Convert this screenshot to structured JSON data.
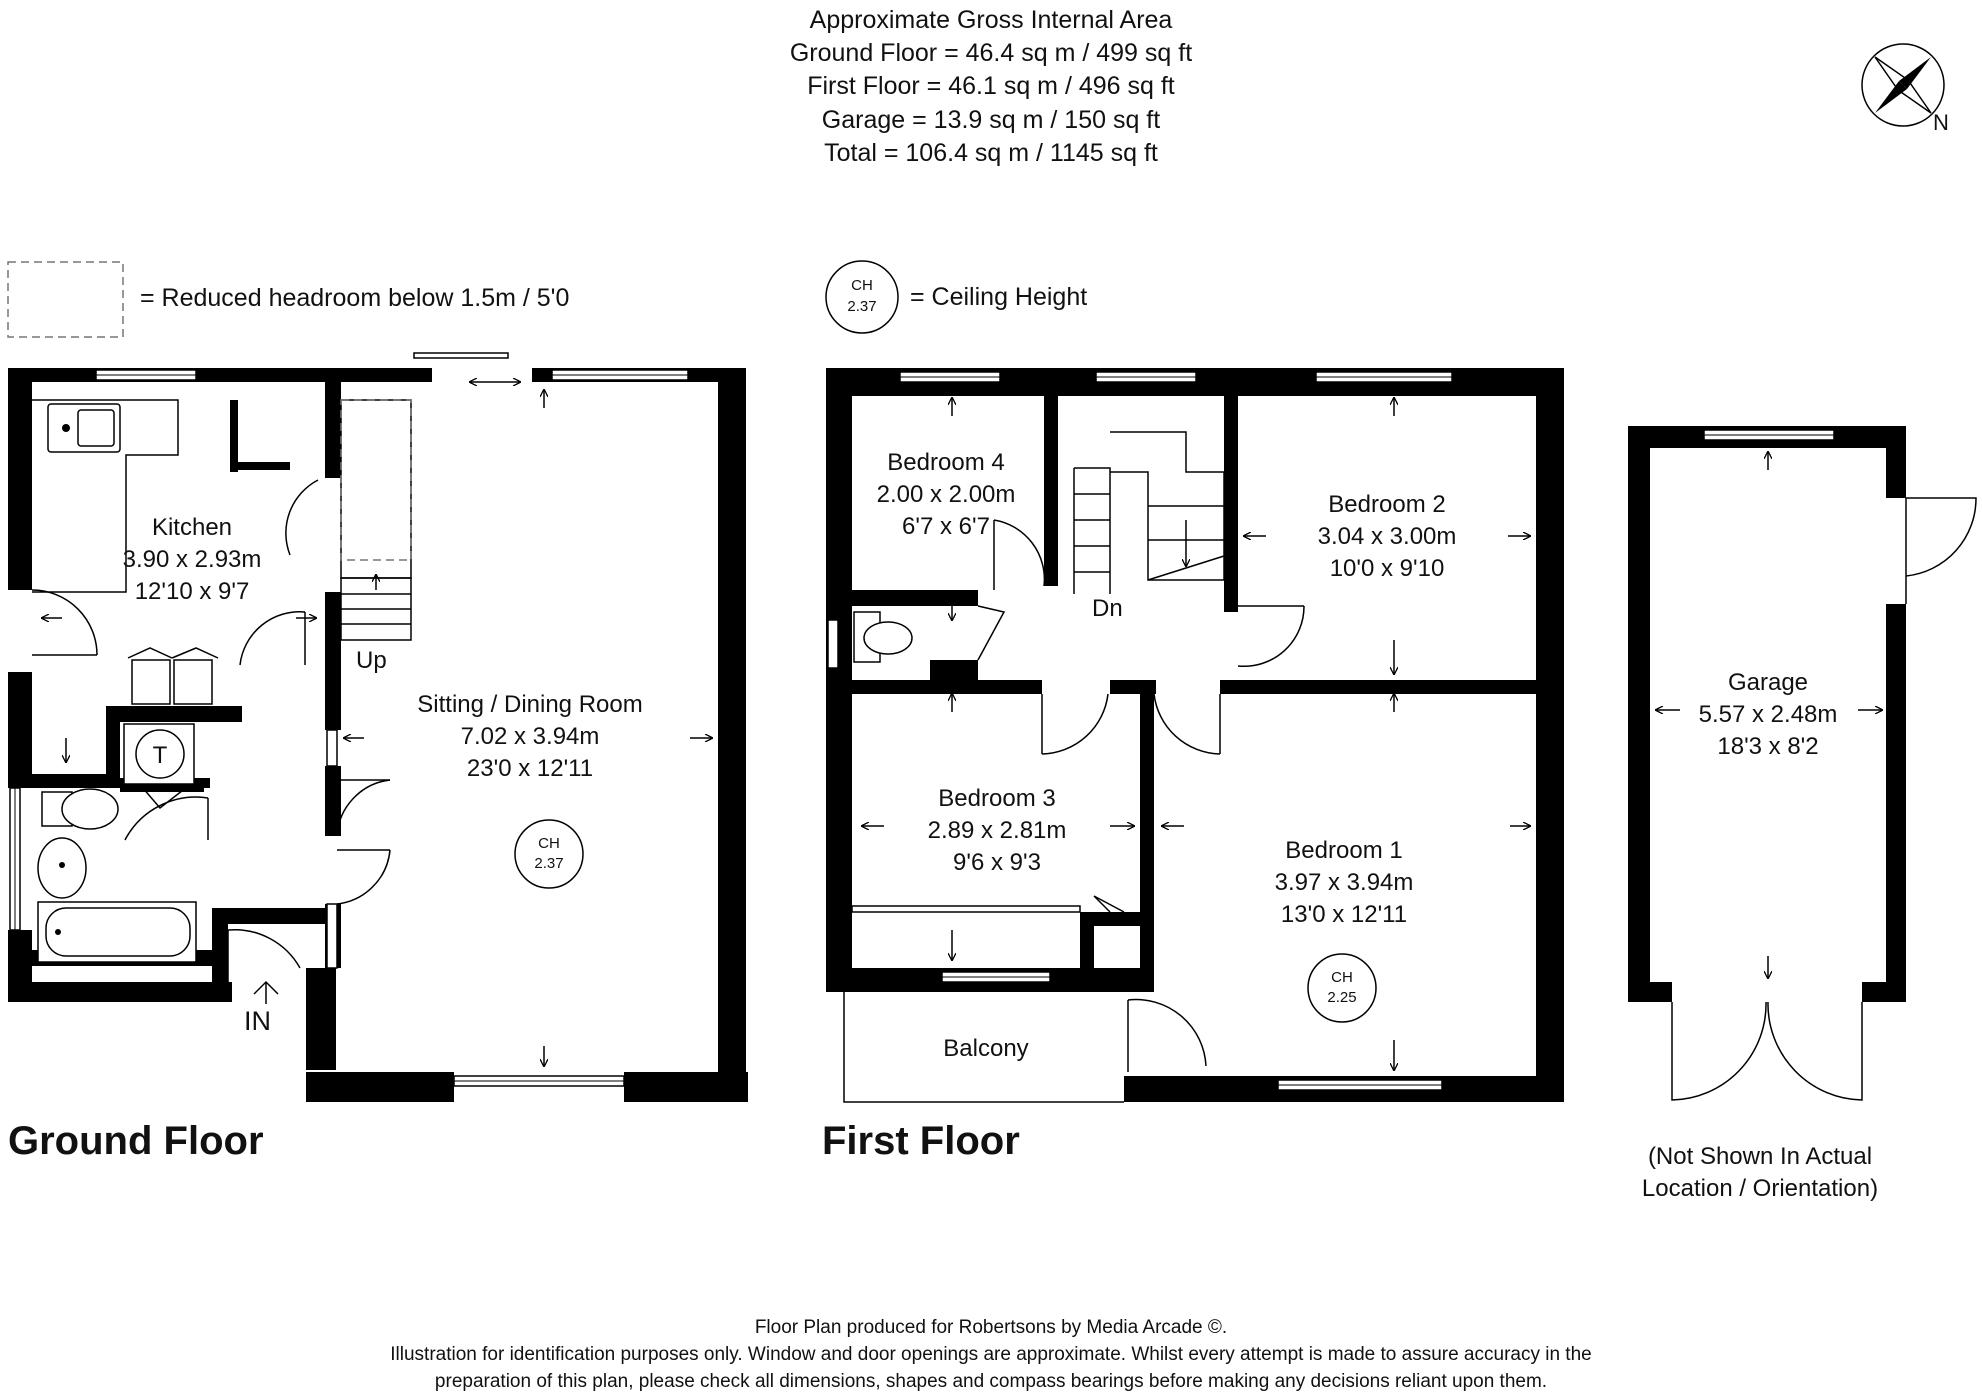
{
  "area_summary": {
    "heading": "Approximate Gross Internal Area",
    "lines": [
      "Ground Floor = 46.4 sq m / 499 sq ft",
      "First Floor = 46.1 sq m / 496 sq ft",
      "Garage = 13.9 sq m / 150 sq ft",
      "Total = 106.4 sq m / 1145 sq ft"
    ]
  },
  "compass": {
    "label": "N"
  },
  "legend": {
    "reduced_headroom": "= Reduced headroom below 1.5m / 5'0",
    "ceiling_height_symbol": {
      "top": "CH",
      "value": "2.37"
    },
    "ceiling_height": "= Ceiling Height"
  },
  "ground_floor": {
    "title": "Ground Floor",
    "kitchen": {
      "name": "Kitchen",
      "metric": "3.90 x 2.93m",
      "imperial": "12'10 x 9'7"
    },
    "sitting": {
      "name": "Sitting / Dining Room",
      "metric": "7.02 x 3.94m",
      "imperial": "23'0 x 12'11",
      "ch_label": "CH",
      "ch_value": "2.37"
    },
    "stairs_label": "Up",
    "entrance_label": "IN",
    "tank_label": "T"
  },
  "first_floor": {
    "title": "First Floor",
    "bedroom4": {
      "name": "Bedroom 4",
      "metric": "2.00 x 2.00m",
      "imperial": "6'7 x 6'7"
    },
    "bedroom2": {
      "name": "Bedroom 2",
      "metric": "3.04 x 3.00m",
      "imperial": "10'0 x 9'10"
    },
    "bedroom3": {
      "name": "Bedroom 3",
      "metric": "2.89 x 2.81m",
      "imperial": "9'6 x 9'3"
    },
    "bedroom1": {
      "name": "Bedroom 1",
      "metric": "3.97 x 3.94m",
      "imperial": "13'0 x 12'11",
      "ch_label": "CH",
      "ch_value": "2.25"
    },
    "stairs_label": "Dn",
    "balcony": "Balcony"
  },
  "garage": {
    "name": "Garage",
    "metric": "5.57 x 2.48m",
    "imperial": "18'3 x 8'2",
    "note_line1": "(Not Shown In Actual",
    "note_line2": "Location / Orientation)"
  },
  "footer": {
    "line1": "Floor Plan produced for Robertsons by Media Arcade ©.",
    "line2": "Illustration for identification purposes only. Window and door openings are approximate. Whilst every attempt is made to assure accuracy in the",
    "line3": "preparation of this plan, please check all dimensions, shapes and compass bearings before making any decisions reliant upon them."
  }
}
